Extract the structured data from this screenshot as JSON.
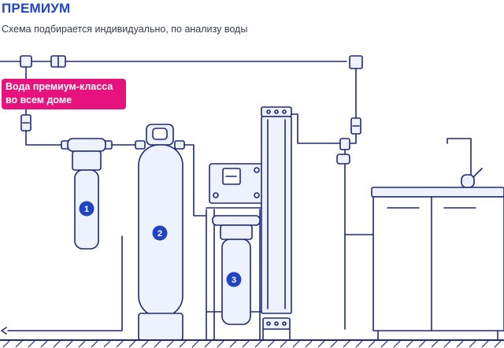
{
  "header": {
    "title": "ПРЕМИУМ",
    "subtitle": "Схема подбирается индивидуально, по анализу воды"
  },
  "badge": {
    "line1": "Вода премиум-класса",
    "line2": "во всем доме"
  },
  "markers": [
    {
      "number": "1"
    },
    {
      "number": "2"
    },
    {
      "number": "3"
    }
  ],
  "colors": {
    "line": "#1b2a7a",
    "fill": "#eef2ff",
    "accent": "#1f45c4",
    "badge": "#e6127e",
    "marker": "#1f45c4"
  }
}
